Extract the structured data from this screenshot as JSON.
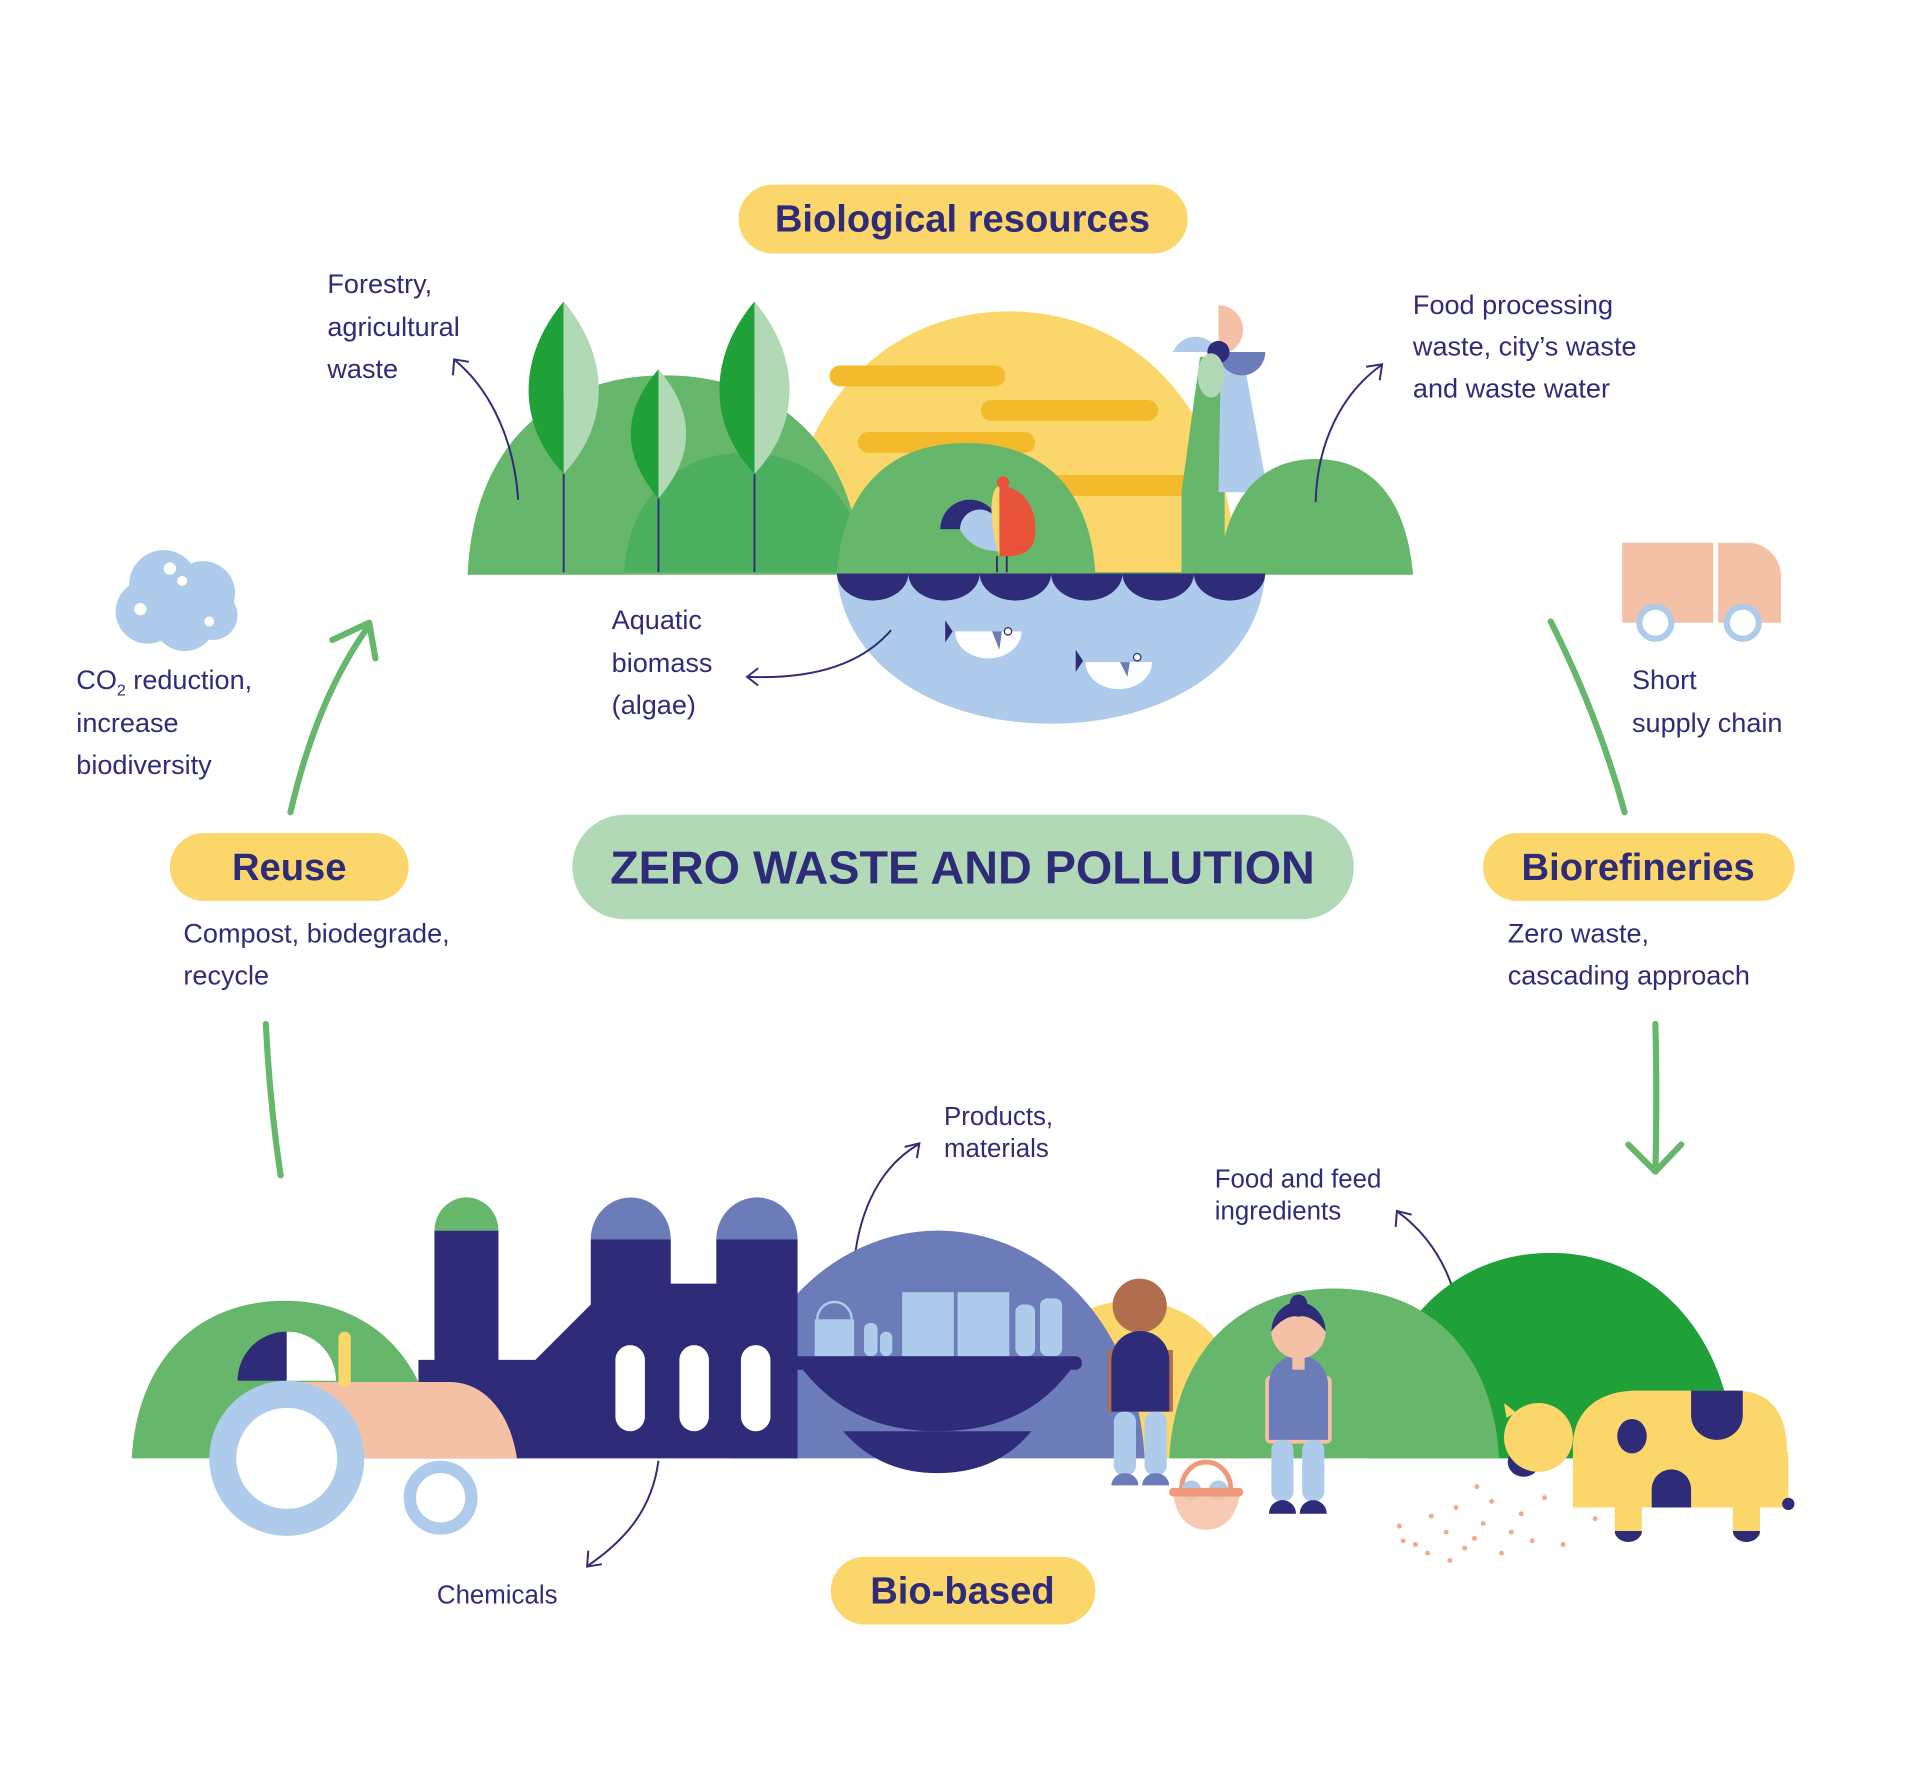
{
  "colors": {
    "navy": "#2E2C78",
    "yellow": "#FBD66A",
    "green": "#66B76B",
    "dark_green": "#20A038",
    "light_green": "#B2D9B6",
    "light_blue": "#AFCBEB",
    "periwinkle": "#6C7CB9",
    "peach": "#F5C1A6"
  },
  "pills": {
    "biological_resources": "Biological resources",
    "reuse": "Reuse",
    "biorefineries": "Biorefineries",
    "center": "ZERO WASTE AND POLLUTION",
    "bio_based": "Bio-based"
  },
  "labels": {
    "forestry": [
      "Forestry,",
      "agricultural",
      "waste"
    ],
    "food_processing": [
      "Food processing",
      "waste, city’s waste",
      "and waste water"
    ],
    "aquatic": [
      "Aquatic",
      "biomass",
      "(algae)"
    ],
    "co2": {
      "main": "CO",
      "sub": "2",
      "rest": " reduction,",
      "lines": [
        "increase",
        "biodiversity"
      ]
    },
    "short_supply": [
      "Short",
      "supply chain"
    ],
    "compost": [
      "Compost, biodegrade,",
      "recycle"
    ],
    "zero_waste": [
      "Zero waste,",
      "cascading approach"
    ],
    "products": [
      "Products,",
      "materials"
    ],
    "food_feed": [
      "Food and feed",
      "ingredients"
    ],
    "chemicals": "Chemicals"
  }
}
